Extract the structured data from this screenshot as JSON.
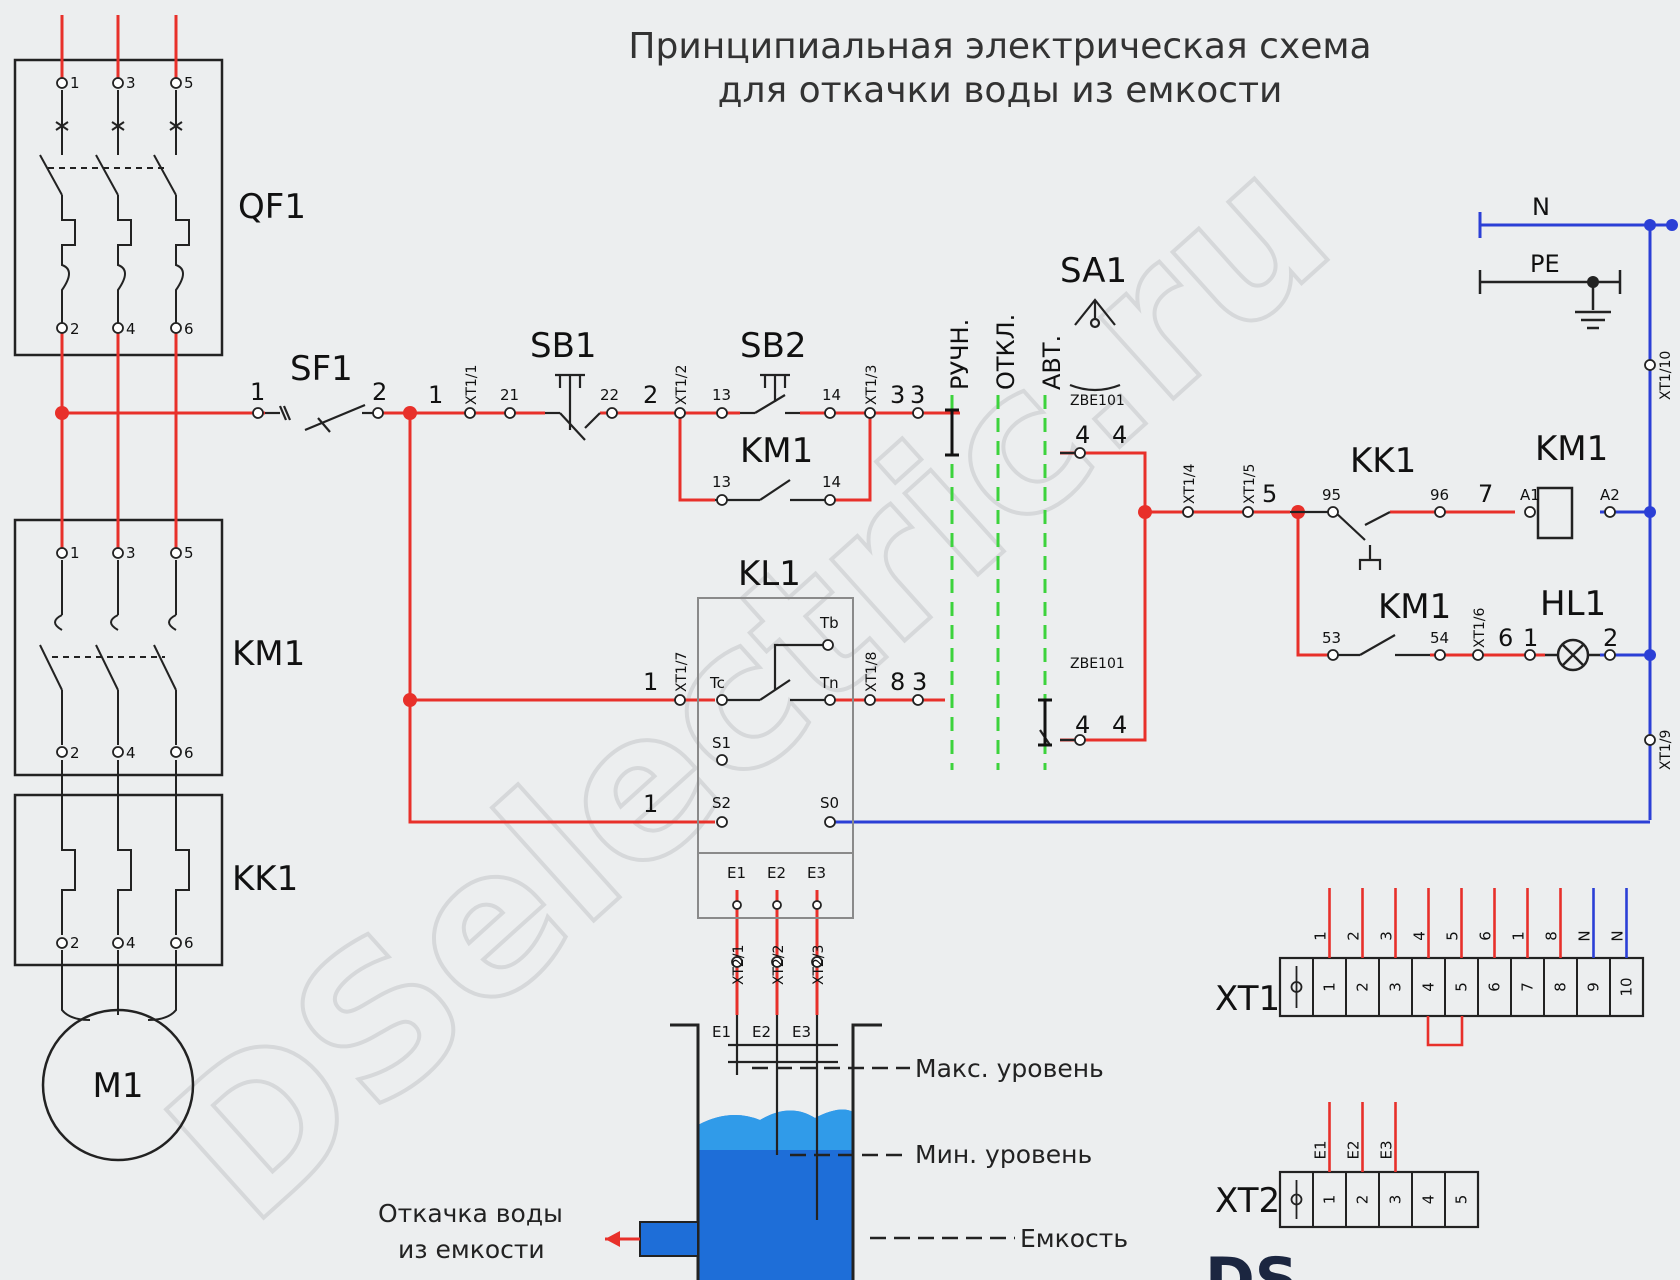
{
  "title": {
    "line1": "Принципиальная электрическая схема",
    "line2": "для откачки воды из емкости"
  },
  "colors": {
    "phase": "#e8302a",
    "neutral": "#2b3fd6",
    "mode": "#3cd33c",
    "wire": "#222222",
    "water": "#1e6ed8",
    "background": "#eceeef"
  },
  "components": {
    "qf1": "QF1",
    "km1": "KM1",
    "kk1": "KK1",
    "m1": "M1",
    "sf1": "SF1",
    "sb1": "SB1",
    "sb2": "SB2",
    "sa1": "SA1",
    "kl1": "KL1",
    "hl1": "HL1"
  },
  "power_terminals": [
    "1",
    "3",
    "5",
    "2",
    "4",
    "6"
  ],
  "terminals": {
    "xt1_1": "XT1/1",
    "xt1_2": "XT1/2",
    "xt1_3": "XT1/3",
    "xt1_4": "XT1/4",
    "xt1_5": "XT1/5",
    "xt1_6": "XT1/6",
    "xt1_7": "XT1/7",
    "xt1_8": "XT1/8",
    "xt1_9": "XT1/9",
    "xt1_10": "XT1/10",
    "xt2_1": "XT2/1",
    "xt2_2": "XT2/2",
    "xt2_3": "XT2/3"
  },
  "kl1_pins": {
    "tc": "Tc",
    "tn": "Tn",
    "tb": "Tb",
    "s1": "S1",
    "s2": "S2",
    "s0": "S0",
    "e1": "E1",
    "e2": "E2",
    "e3": "E3"
  },
  "contacts": {
    "n13": "13",
    "n14": "14",
    "n21": "21",
    "n22": "22",
    "n95": "95",
    "n96": "96",
    "n53": "53",
    "n54": "54",
    "a1": "A1",
    "a2": "A2"
  },
  "wires": {
    "w1": "1",
    "w2": "2",
    "w3": "3",
    "w4": "4",
    "w5": "5",
    "w6": "6",
    "w7": "7",
    "w8": "8"
  },
  "mode_labels": {
    "manual": "РУЧН.",
    "off": "ОТКЛ.",
    "auto": "АВТ."
  },
  "sa1_contact_label": "ZBE101",
  "bus": {
    "n": "N",
    "pe": "PE"
  },
  "tank": {
    "e1": "E1",
    "e2": "E2",
    "e3": "E3",
    "max_level": "Макс. уровень",
    "min_level": "Мин. уровень",
    "tank_label": "Емкость",
    "pump_out_1": "Откачка воды",
    "pump_out_2": "из емкости"
  },
  "xt1_block": {
    "label": "XT1",
    "numbers": [
      "1",
      "2",
      "3",
      "4",
      "5",
      "6",
      "7",
      "8",
      "9",
      "10"
    ],
    "wires": [
      "1",
      "2",
      "3",
      "4",
      "5",
      "6",
      "1",
      "8",
      "N",
      "N"
    ]
  },
  "xt2_block": {
    "label": "XT2",
    "numbers": [
      "1",
      "2",
      "3",
      "4",
      "5"
    ],
    "wires": [
      "E1",
      "E2",
      "E3"
    ]
  },
  "watermark": "DSelectric.ru",
  "brand": "DS"
}
